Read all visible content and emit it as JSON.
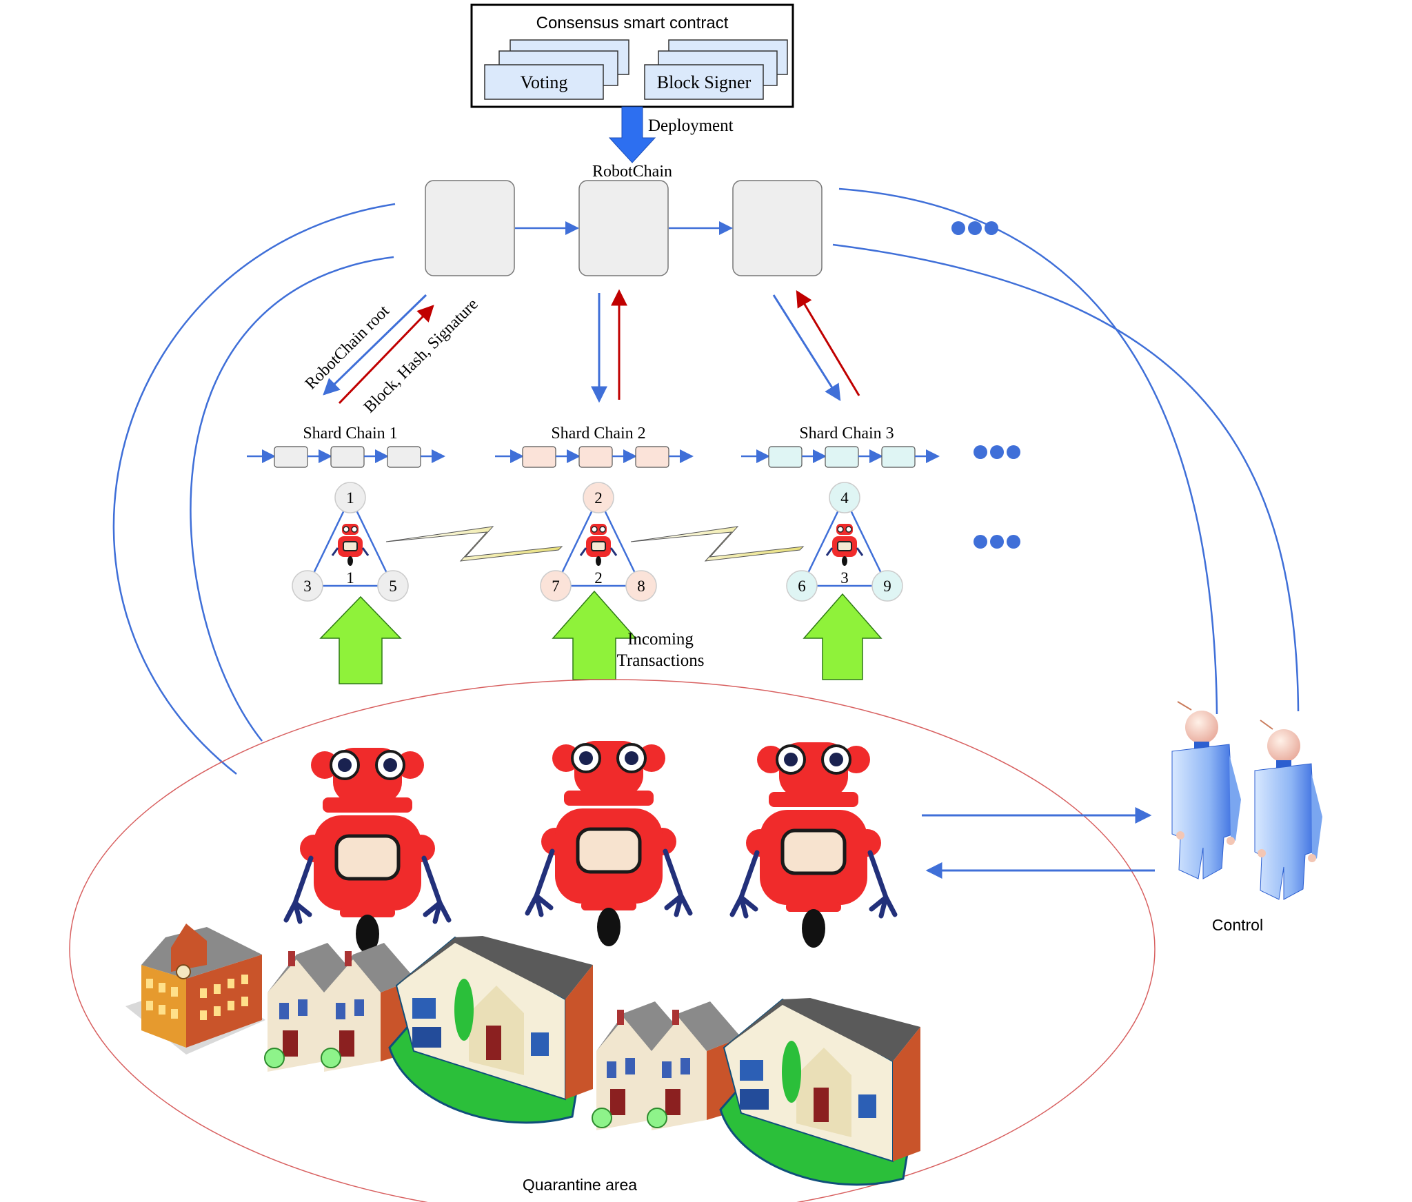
{
  "contract": {
    "title": "Consensus smart contract",
    "voting_label": "Voting",
    "signer_label": "Block Signer"
  },
  "deployment_label": "Deployment",
  "robotchain_label": "RobotChain",
  "left_link": {
    "down_label": "RobotChain root",
    "up_label": "Block, Hash, Signature"
  },
  "shards": [
    {
      "label": "Shard Chain 1",
      "color": "#eeeeee",
      "top": "1",
      "left": "3",
      "right": "5",
      "center": "1"
    },
    {
      "label": "Shard Chain 2",
      "color": "#fbe3d9",
      "top": "2",
      "left": "7",
      "right": "8",
      "center": "2"
    },
    {
      "label": "Shard Chain 3",
      "color": "#dff5f4",
      "top": "4",
      "left": "6",
      "right": "9",
      "center": "3"
    }
  ],
  "incoming_label_line1": "Incoming",
  "incoming_label_line2": "Transactions",
  "control_label": "Control",
  "area_label": "Quarantine area",
  "colors": {
    "link_blue": "#3f6fd8",
    "return_red": "#c00000",
    "deploy_blue": "#2d6ff0",
    "incoming_green": "#8ff23a",
    "robot_red": "#f02b2b",
    "area_border": "#d86060"
  }
}
